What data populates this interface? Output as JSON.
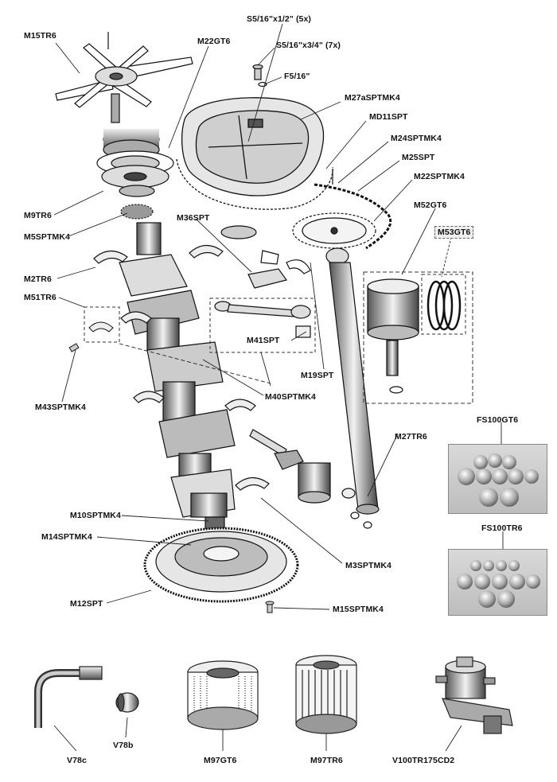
{
  "labels": {
    "m15tr6": "M15TR6",
    "m22gt6": "M22GT6",
    "s5_16x1_2": "S5/16\"x1/2\" (5x)",
    "s5_16x3_4": "S5/16\"x3/4\" (7x)",
    "f5_16": "F5/16\"",
    "m27aspmk4": "M27aSPTMK4",
    "md11spt": "MD11SPT",
    "m24sptmk4": "M24SPTMK4",
    "m25spt": "M25SPT",
    "m22sptmk4": "M22SPTMK4",
    "m52gt6": "M52GT6",
    "m53gt6": "M53GT6",
    "m9tr6": "M9TR6",
    "m5sptmk4": "M5SPTMK4",
    "m36spt": "M36SPT",
    "m2tr6": "M2TR6",
    "m51tr6": "M51TR6",
    "m41spt": "M41SPT",
    "m19spt": "M19SPT",
    "m43sptmk4": "M43SPTMK4",
    "m40sptmk4": "M40SPTMK4",
    "fs100gt6": "FS100GT6",
    "m27tr6": "M27TR6",
    "fs100tr6": "FS100TR6",
    "m10sptmk4": "M10SPTMK4",
    "m14sptmk4": "M14SPTMK4",
    "m3sptmk4": "M3SPTMK4",
    "m12spt": "M12SPT",
    "m15sptmk4": "M15SPTMK4",
    "v78c": "V78c",
    "v78b": "V78b",
    "m97gt6": "M97GT6",
    "m97tr6": "M97TR6",
    "v100tr175cd2": "V100TR175CD2"
  }
}
